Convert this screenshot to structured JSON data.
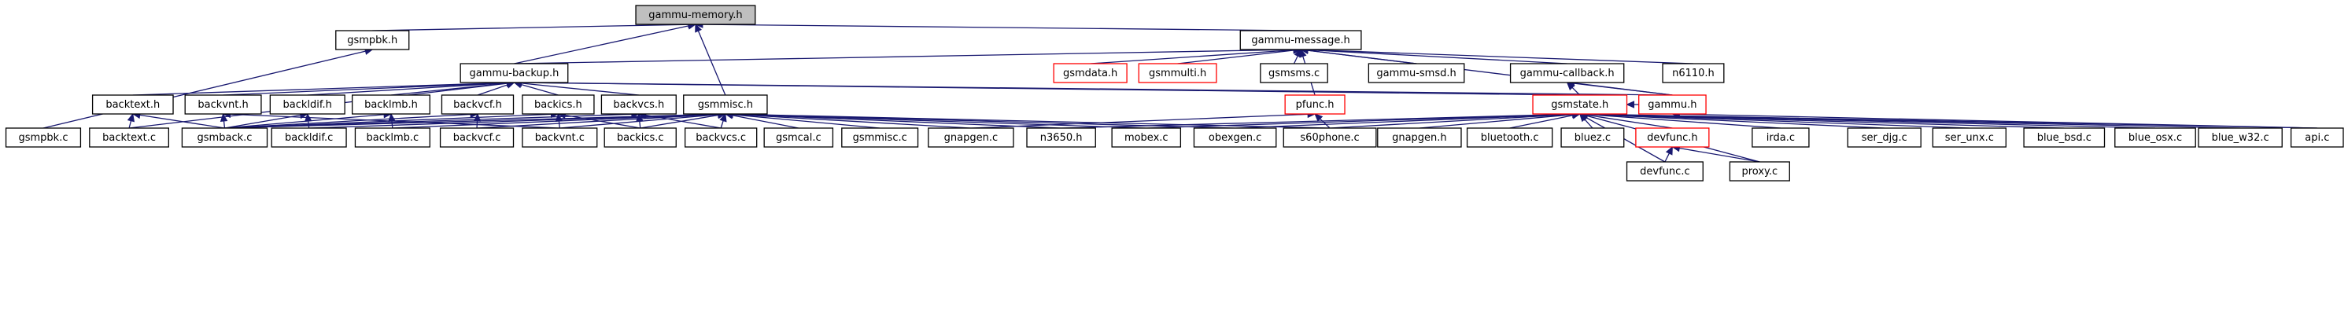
{
  "graph": {
    "nodes": {
      "memory": {
        "label": "gammu-memory.h",
        "focus": true
      },
      "gsmpbk_h": {
        "label": "gsmpbk.h"
      },
      "message": {
        "label": "gammu-message.h"
      },
      "backup": {
        "label": "gammu-backup.h"
      },
      "gsmmisc_h": {
        "label": "gsmmisc.h"
      },
      "gsmpbk_c": {
        "label": "gsmpbk.c"
      },
      "gsmdata_h": {
        "label": "gsmdata.h",
        "red": true
      },
      "gsmmulti_h": {
        "label": "gsmmulti.h",
        "red": true
      },
      "gsmsms_c": {
        "label": "gsmsms.c"
      },
      "smsd_h": {
        "label": "gammu-smsd.h"
      },
      "callback_h": {
        "label": "gammu-callback.h"
      },
      "n6110_h": {
        "label": "n6110.h"
      },
      "pfunc_h": {
        "label": "pfunc.h",
        "red": true
      },
      "gammu_h": {
        "label": "gammu.h",
        "red": true
      },
      "gsmstate_h": {
        "label": "gsmstate.h",
        "red": true
      },
      "backtext_h": {
        "label": "backtext.h"
      },
      "backvnt_h": {
        "label": "backvnt.h"
      },
      "backldif_h": {
        "label": "backldif.h"
      },
      "backlmb_h": {
        "label": "backlmb.h"
      },
      "backvcf_h": {
        "label": "backvcf.h"
      },
      "backics_h": {
        "label": "backics.h"
      },
      "backvcs_h": {
        "label": "backvcs.h"
      },
      "backtext_c": {
        "label": "backtext.c"
      },
      "gsmback_c": {
        "label": "gsmback.c"
      },
      "backldif_c": {
        "label": "backldif.c"
      },
      "backlmb_c": {
        "label": "backlmb.c"
      },
      "backvcf_c": {
        "label": "backvcf.c"
      },
      "backvnt_c": {
        "label": "backvnt.c"
      },
      "backics_c": {
        "label": "backics.c"
      },
      "backvcs_c": {
        "label": "backvcs.c"
      },
      "gsmcal_c": {
        "label": "gsmcal.c"
      },
      "gsmmisc_c": {
        "label": "gsmmisc.c"
      },
      "gnapgen_c": {
        "label": "gnapgen.c"
      },
      "n3650_h": {
        "label": "n3650.h"
      },
      "mobex_c": {
        "label": "mobex.c"
      },
      "obexgen_c": {
        "label": "obexgen.c"
      },
      "s60phone_c": {
        "label": "s60phone.c"
      },
      "gnapgen_h": {
        "label": "gnapgen.h"
      },
      "bluetooth_c": {
        "label": "bluetooth.c"
      },
      "bluez_c": {
        "label": "bluez.c"
      },
      "devfunc_h": {
        "label": "devfunc.h",
        "red": true
      },
      "irda_c": {
        "label": "irda.c"
      },
      "ser_djg_c": {
        "label": "ser_djg.c"
      },
      "ser_unx_c": {
        "label": "ser_unx.c"
      },
      "blue_bsd_c": {
        "label": "blue_bsd.c"
      },
      "blue_osx_c": {
        "label": "blue_osx.c"
      },
      "blue_w32_c": {
        "label": "blue_w32.c"
      },
      "api_c": {
        "label": "api.c"
      },
      "devfunc_c": {
        "label": "devfunc.c"
      },
      "proxy_c": {
        "label": "proxy.c"
      }
    },
    "edges": [
      [
        "gsmpbk_h",
        "memory"
      ],
      [
        "message",
        "memory"
      ],
      [
        "backup",
        "memory"
      ],
      [
        "gsmmisc_h",
        "memory"
      ],
      [
        "gsmpbk_c",
        "gsmpbk_h"
      ],
      [
        "backup",
        "message"
      ],
      [
        "gsmdata_h",
        "message"
      ],
      [
        "gsmmulti_h",
        "message"
      ],
      [
        "gsmsms_c",
        "message"
      ],
      [
        "smsd_h",
        "message"
      ],
      [
        "callback_h",
        "message"
      ],
      [
        "n6110_h",
        "message"
      ],
      [
        "pfunc_h",
        "message"
      ],
      [
        "gammu_h",
        "message"
      ],
      [
        "backtext_h",
        "backup"
      ],
      [
        "backvnt_h",
        "backup"
      ],
      [
        "backldif_h",
        "backup"
      ],
      [
        "backlmb_h",
        "backup"
      ],
      [
        "backvcf_h",
        "backup"
      ],
      [
        "backics_h",
        "backup"
      ],
      [
        "backvcs_h",
        "backup"
      ],
      [
        "backtext_c",
        "backup"
      ],
      [
        "gsmstate_h",
        "backup"
      ],
      [
        "gammu_h",
        "backup"
      ],
      [
        "gsmstate_h",
        "callback_h"
      ],
      [
        "gammu_h",
        "callback_h"
      ],
      [
        "backtext_c",
        "backtext_h"
      ],
      [
        "gsmback_c",
        "backtext_h"
      ],
      [
        "gsmback_c",
        "backvnt_h"
      ],
      [
        "backvnt_c",
        "backvnt_h"
      ],
      [
        "gsmback_c",
        "backldif_h"
      ],
      [
        "backldif_c",
        "backldif_h"
      ],
      [
        "gsmback_c",
        "backlmb_h"
      ],
      [
        "backlmb_c",
        "backlmb_h"
      ],
      [
        "gsmback_c",
        "backvcf_h"
      ],
      [
        "backvcf_c",
        "backvcf_h"
      ],
      [
        "gsmback_c",
        "backics_h"
      ],
      [
        "backics_c",
        "backics_h"
      ],
      [
        "backvnt_c",
        "backics_h"
      ],
      [
        "gsmback_c",
        "backvcs_h"
      ],
      [
        "backvcs_c",
        "backvcs_h"
      ],
      [
        "backics_c",
        "backvcs_h"
      ],
      [
        "gsmback_c",
        "gsmmisc_h"
      ],
      [
        "backldif_c",
        "gsmmisc_h"
      ],
      [
        "backlmb_c",
        "gsmmisc_h"
      ],
      [
        "backvcf_c",
        "gsmmisc_h"
      ],
      [
        "backvnt_c",
        "gsmmisc_h"
      ],
      [
        "backics_c",
        "gsmmisc_h"
      ],
      [
        "backvcs_c",
        "gsmmisc_h"
      ],
      [
        "gsmcal_c",
        "gsmmisc_h"
      ],
      [
        "gsmmisc_c",
        "gsmmisc_h"
      ],
      [
        "gnapgen_c",
        "gsmmisc_h"
      ],
      [
        "n3650_h",
        "gsmmisc_h"
      ],
      [
        "mobex_c",
        "gsmmisc_h"
      ],
      [
        "obexgen_c",
        "gsmmisc_h"
      ],
      [
        "s60phone_c",
        "gsmmisc_h"
      ],
      [
        "gnapgen_c",
        "pfunc_h"
      ],
      [
        "s60phone_c",
        "pfunc_h"
      ],
      [
        "n3650_h",
        "gsmstate_h"
      ],
      [
        "mobex_c",
        "gsmstate_h"
      ],
      [
        "obexgen_c",
        "gsmstate_h"
      ],
      [
        "s60phone_c",
        "gsmstate_h"
      ],
      [
        "gnapgen_h",
        "gsmstate_h"
      ],
      [
        "bluetooth_c",
        "gsmstate_h"
      ],
      [
        "bluez_c",
        "gsmstate_h"
      ],
      [
        "devfunc_h",
        "gsmstate_h"
      ],
      [
        "irda_c",
        "gsmstate_h"
      ],
      [
        "ser_djg_c",
        "gsmstate_h"
      ],
      [
        "ser_unx_c",
        "gsmstate_h"
      ],
      [
        "blue_bsd_c",
        "gsmstate_h"
      ],
      [
        "blue_osx_c",
        "gsmstate_h"
      ],
      [
        "blue_w32_c",
        "gsmstate_h"
      ],
      [
        "api_c",
        "gsmstate_h"
      ],
      [
        "devfunc_c",
        "gsmstate_h"
      ],
      [
        "proxy_c",
        "gsmstate_h"
      ],
      [
        "gammu_h",
        "gsmstate_h"
      ],
      [
        "api_c",
        "gammu_h"
      ],
      [
        "devfunc_c",
        "devfunc_h"
      ],
      [
        "proxy_c",
        "devfunc_h"
      ]
    ]
  }
}
